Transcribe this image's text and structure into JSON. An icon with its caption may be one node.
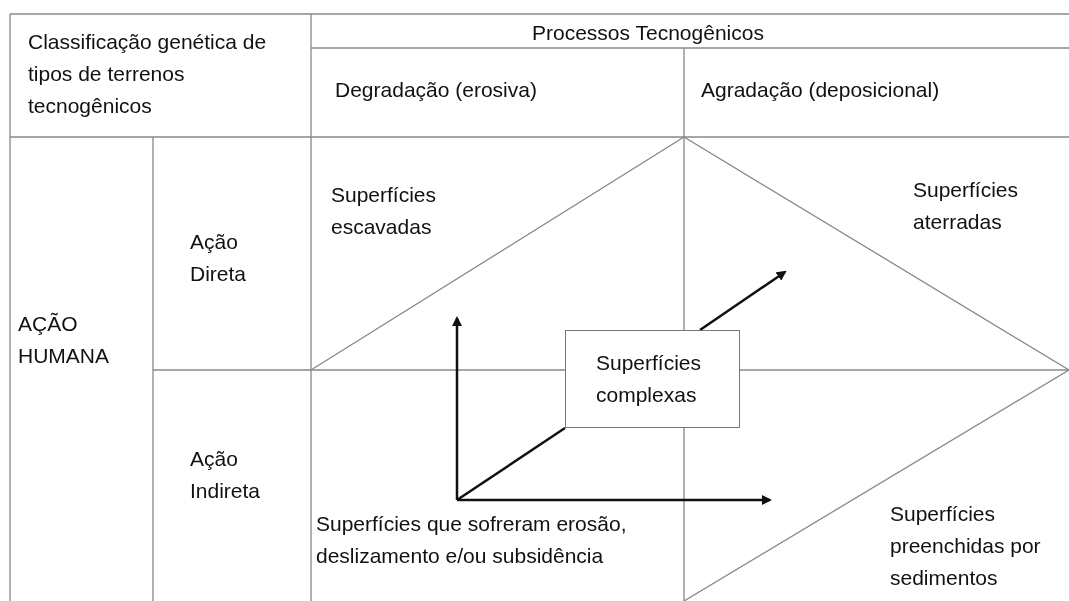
{
  "diagram": {
    "nodes": [
      {
        "text": [
          "Superfícies complexas"
        ]
      },
      {
        "text": [
          "Superfícies que sofreram erosão, deslizamento e/ou subsidência"
        ]
      }
    ],
    "edges": [
      {
        "from": 1,
        "to": null,
        "arrow": "to"
      },
      {
        "from": 1,
        "to": null,
        "arrow": "to"
      },
      {
        "from": 1,
        "to": 0,
        "arrow": "none"
      },
      {
        "from": 0,
        "to": null,
        "arrow": "to"
      }
    ],
    "labels": [
      "Classificação genética de tipos de terrenos tecnogênicos",
      "Processos Tecnogênicos",
      "Degradação (erosiva)",
      "Agradação (deposicional)",
      "Superfícies escavadas",
      "Superfícies aterradas",
      "Ação Direta",
      "AÇÃO HUMANA",
      "Ação Indireta",
      "Superfícies preenchidas por sedimentos"
    ]
  }
}
